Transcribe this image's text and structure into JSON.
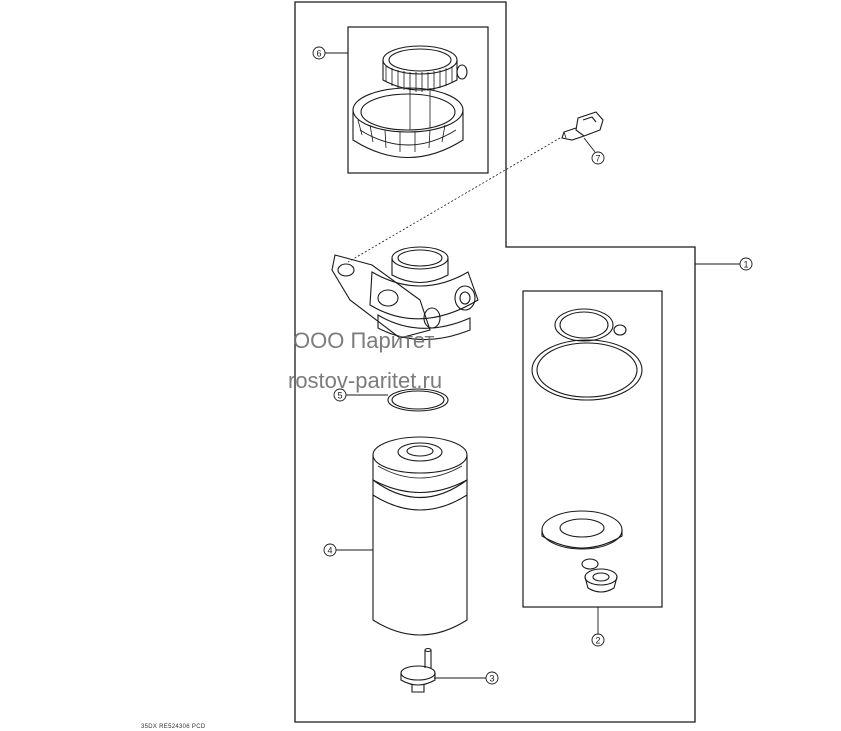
{
  "callouts": {
    "c1": "1",
    "c2": "2",
    "c3": "3",
    "c4": "4",
    "c5": "5",
    "c6": "6",
    "c7": "7"
  },
  "watermark": {
    "line1": "ООО Паритет",
    "line2": "rostov-paritet.ru"
  },
  "drawing_code": "35DX RE524306 PCD",
  "colors": {
    "line": "#1a1a1a",
    "watermark": "#6e6e6e"
  }
}
